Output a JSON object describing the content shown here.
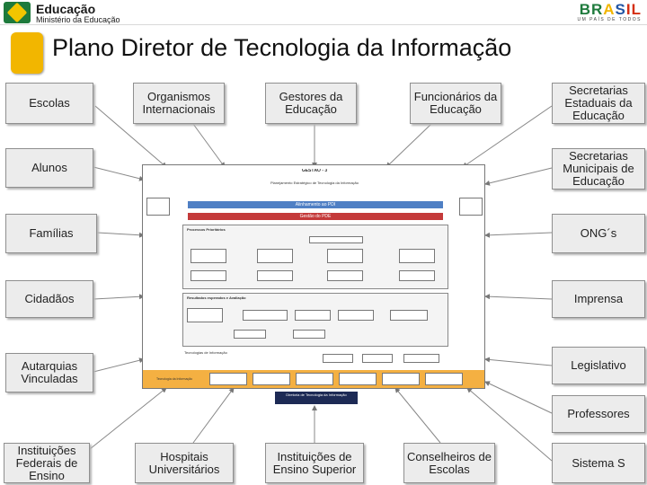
{
  "header": {
    "ministry_title": "Educação",
    "ministry_subtitle": "Ministério da Educação",
    "brasil_letters": [
      "BR",
      "A",
      "S",
      "IL"
    ],
    "brasil_slogan": "UM PAÍS DE TODOS",
    "colors": {
      "green": "#1e7a3c",
      "yellow": "#f2b600",
      "blue": "#2255a4",
      "red": "#d42e12"
    }
  },
  "page_title": "Plano Diretor de Tecnologia da Informação",
  "stakeholders": {
    "escolas": "Escolas",
    "organismos": "Organismos Internacionais",
    "gestores": "Gestores da Educação",
    "funcionarios": "Funcionários da Educação",
    "sec_estaduais": "Secretarias Estaduais da Educação",
    "alunos": "Alunos",
    "sec_municipais": "Secretarias Municipais de Educação",
    "familias": "Famílias",
    "ongs": "ONG´s",
    "cidadaos": "Cidadãos",
    "imprensa": "Imprensa",
    "autarquias": "Autarquias Vinculadas",
    "legislativo": "Legislativo",
    "professores": "Professores",
    "inst_federais": "Instituições Federais de Ensino",
    "hospitais": "Hospitais Universitários",
    "inst_superior": "Instituições de Ensino Superior",
    "conselheiros": "Conselheiros de Escolas",
    "sistema_s": "Sistema S"
  },
  "center": {
    "top_label": "GESTÃO - 3",
    "sub_label": "Planejamento Estratégico de Tecnologia da Informação",
    "blue_band": "Alinhamento ao PDI",
    "red_band": "Gestão do PDE",
    "section1": "Processos Prioritários",
    "section2": "Resultados esperados e Avaliação",
    "section3": "Tecnologias de Informação",
    "bottom_left": "Tecnologia da Informação",
    "footer": "Diretoria de Tecnologia da Informação"
  },
  "colors": {
    "band_blue": "#4f7fc4",
    "band_red": "#c43a3a",
    "bottom_strip": "#f4b042",
    "footer_bg": "#1d2a55",
    "box_bg": "#ececec"
  }
}
